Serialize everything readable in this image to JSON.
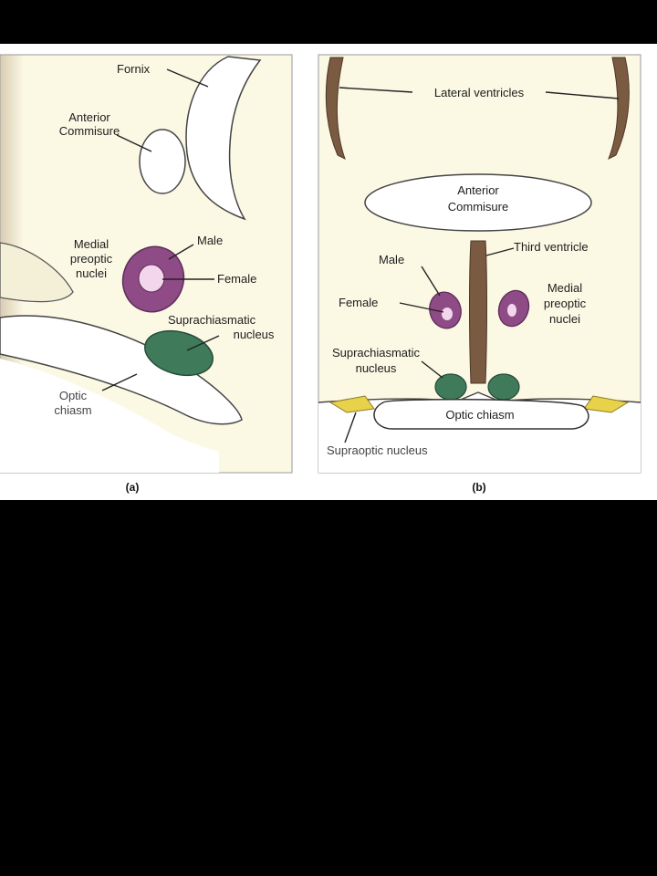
{
  "panel_a": {
    "caption": "(a)",
    "fornix": "Fornix",
    "anterior_commisure": [
      "Anterior",
      "Commisure"
    ],
    "medial_preoptic_nuclei": [
      "Medial",
      "preoptic",
      "nuclei"
    ],
    "male": "Male",
    "female": "Female",
    "suprachiasmatic_nucleus": [
      "Suprachiasmatic",
      "nucleus"
    ],
    "optic_chiasm": [
      "Optic",
      "chiasm"
    ]
  },
  "panel_b": {
    "caption": "(b)",
    "lateral_ventricles": "Lateral ventricles",
    "anterior_commisure": [
      "Anterior",
      "Commisure"
    ],
    "third_ventricle": "Third ventricle",
    "male": "Male",
    "female": "Female",
    "medial_preoptic_nuclei": [
      "Medial",
      "preoptic",
      "nuclei"
    ],
    "suprachiasmatic_nucleus": [
      "Suprachiasmatic",
      "nucleus"
    ],
    "optic_chiasm": "Optic chiasm",
    "supraoptic_nucleus": "Supraoptic nucleus"
  },
  "colors": {
    "panel_bg": "#fbf8e4",
    "purple": "#8e4b86",
    "green": "#3f7a5a",
    "brown": "#7a5a40",
    "yellow": "#e8d24a"
  }
}
